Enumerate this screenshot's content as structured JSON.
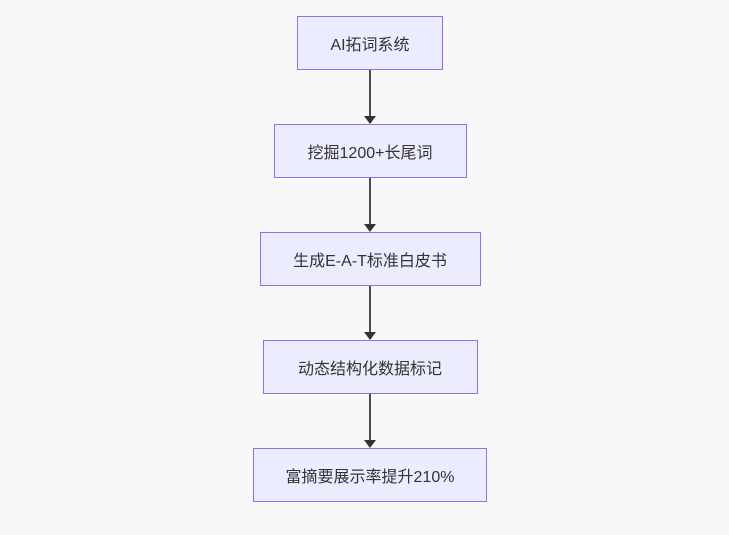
{
  "diagram": {
    "type": "flowchart",
    "direction": "top-down",
    "nodes": [
      {
        "label": "AI拓词系统"
      },
      {
        "label": "挖掘1200+长尾词"
      },
      {
        "label": "生成E-A-T标准白皮书"
      },
      {
        "label": "动态结构化数据标记"
      },
      {
        "label": "富摘要展示率提升210%"
      }
    ],
    "edges": [
      {
        "from": 0,
        "to": 1
      },
      {
        "from": 1,
        "to": 2
      },
      {
        "from": 2,
        "to": 3
      },
      {
        "from": 3,
        "to": 4
      }
    ],
    "colors": {
      "background": "#f8f8f8",
      "node_fill": "#ECECFF",
      "node_border": "#9370DB",
      "arrow": "#333333",
      "arrow_line": "#4d4d4d",
      "text": "#333333"
    }
  }
}
